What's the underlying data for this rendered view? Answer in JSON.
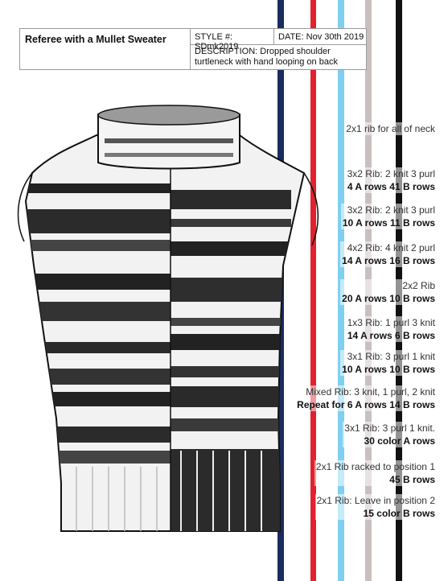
{
  "header": {
    "title": "Referee with a Mullet Sweater",
    "style": "STYLE #: SDmk2019",
    "date": "DATE: Nov 30th 2019",
    "description_line1": "DESCRIPTION:  Dropped shoulder",
    "description_line2": "turtleneck with hand looping on back"
  },
  "colors": {
    "navy": "#1a2b5e",
    "red": "#e3212e",
    "light_blue": "#7fd0f0",
    "taupe": "#c9bfbf",
    "black": "#111111"
  },
  "notes": [
    {
      "line1": "2x1 rib for all of neck",
      "line2": ""
    },
    {
      "line1": "3x2 Rib: 2 knit 3 purl",
      "line2": "4 A rows 41 B rows"
    },
    {
      "line1": "3x2 Rib: 2 knit 3 purl",
      "line2": "10 A rows 11 B rows"
    },
    {
      "line1": "4x2 Rib: 4 knit 2 purl",
      "line2": "14 A rows 16 B rows"
    },
    {
      "line1": "2x2 Rib",
      "line2": "20 A rows 10 B rows"
    },
    {
      "line1": "1x3 Rib: 1 purl 3 knit",
      "line2": "14 A rows 6 B rows"
    },
    {
      "line1": "3x1 Rib: 3 purl 1 knit",
      "line2": "10 A rows 10 B rows"
    },
    {
      "line1": "Mixed Rib: 3 knit, 1 purl, 2 knit",
      "line2": "Repeat for 6 A rows 14 B rows"
    },
    {
      "line1": "3x1 Rib: 3 purl 1 knit.",
      "line2": "30 color A rows"
    },
    {
      "line1": "2x1 Rib racked to position 1",
      "line2": "45 B rows"
    },
    {
      "line1": "2x1 Rib: Leave in position 2",
      "line2": "15 color B rows"
    }
  ]
}
